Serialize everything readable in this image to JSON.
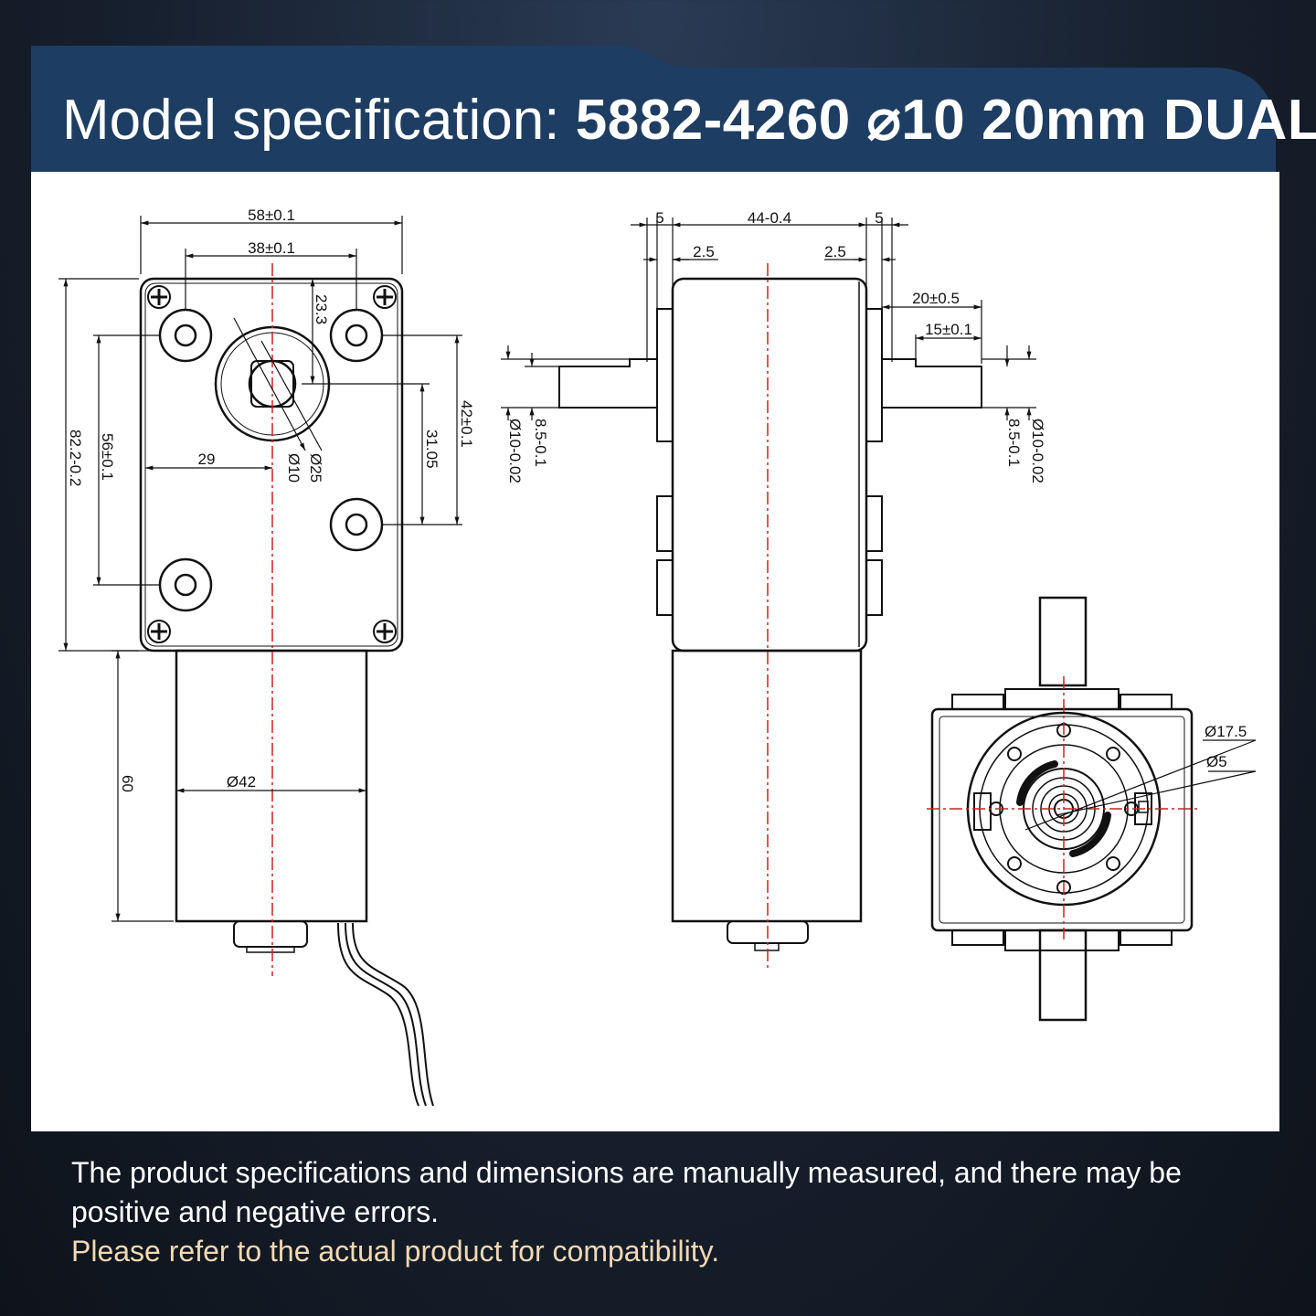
{
  "header": {
    "label": "Model specification:",
    "model": "5882-4260 ⌀10 20mm DUAL"
  },
  "drawing": {
    "front_view": {
      "width": "58±0.1",
      "hole_spacing_x": "38±0.1",
      "shaft_offset_top": "23.3",
      "height": "82.2-0.2",
      "hole_spacing_y": "56±0.1",
      "hole_spacing_right": "42±0.1",
      "hole_offset": "31.05",
      "shaft_offset_left": "29",
      "shaft_dia": "Ø10",
      "boss_dia": "Ø25",
      "motor_dia": "Ø42",
      "motor_length": "60"
    },
    "side_view": {
      "left_flange": "5",
      "body_width": "44-0.4",
      "right_flange": "5",
      "left_step": "2.5",
      "right_step": "2.5",
      "shaft_length": "20±0.5",
      "flat_length": "15±0.1",
      "left_shaft_dia": "Ø10-0.02",
      "left_flat": "8.5-0.1",
      "right_shaft_dia": "Ø10-0.02",
      "right_flat": "8.5-0.1"
    },
    "end_view": {
      "boss_dia": "Ø17.5",
      "shaft_dia": "Ø5"
    }
  },
  "footer": {
    "disclaimer": "The product specifications and dimensions are manually measured, and there may be positive and negative errors.",
    "note": "Please refer to the actual product for compatibility."
  },
  "colors": {
    "header_bg": "#1e3d62",
    "centerline": "#cc2222",
    "note_text": "#f2d9b3"
  }
}
